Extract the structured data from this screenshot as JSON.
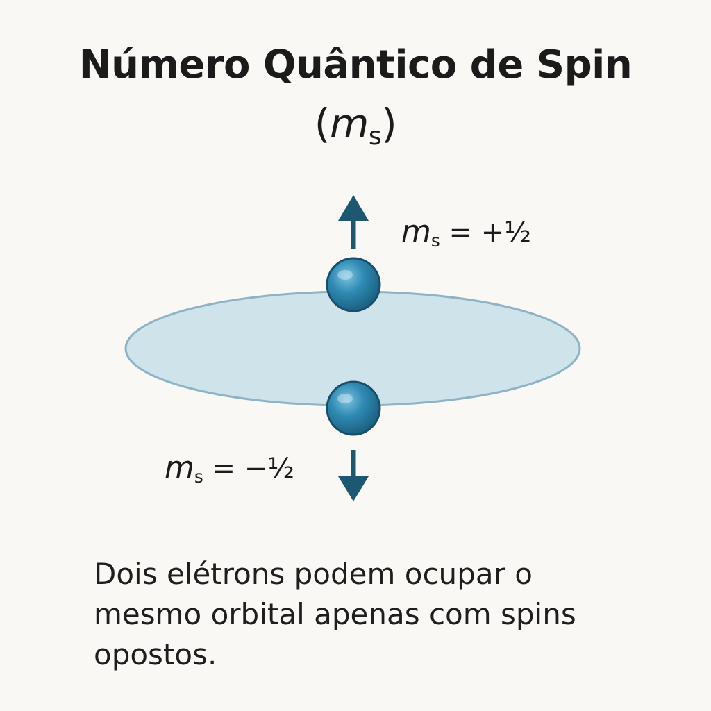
{
  "title": {
    "main": "Número Quântico de Spin",
    "symbol_open": "(",
    "symbol_var": "m",
    "symbol_sub": "s",
    "symbol_close": ")"
  },
  "labels": {
    "up": {
      "var": "m",
      "sub": "s",
      "value": " = +½"
    },
    "down": {
      "var": "m",
      "sub": "s",
      "value": " = −½"
    }
  },
  "caption": "Dois elétrons podem ocupar o mesmo orbital apenas com spins opostos.",
  "colors": {
    "background": "#faf8f4",
    "orbital_fill": "#cfe3ea",
    "orbital_stroke": "#8eb3c6",
    "electron": "#2a7fa6",
    "arrow": "#1d5873",
    "text": "#1b1b1b"
  },
  "icons": {
    "orbital": "ellipse-orbital-icon",
    "electron": "sphere-electron-icon",
    "spin_up": "arrow-up-icon",
    "spin_down": "arrow-down-icon"
  }
}
